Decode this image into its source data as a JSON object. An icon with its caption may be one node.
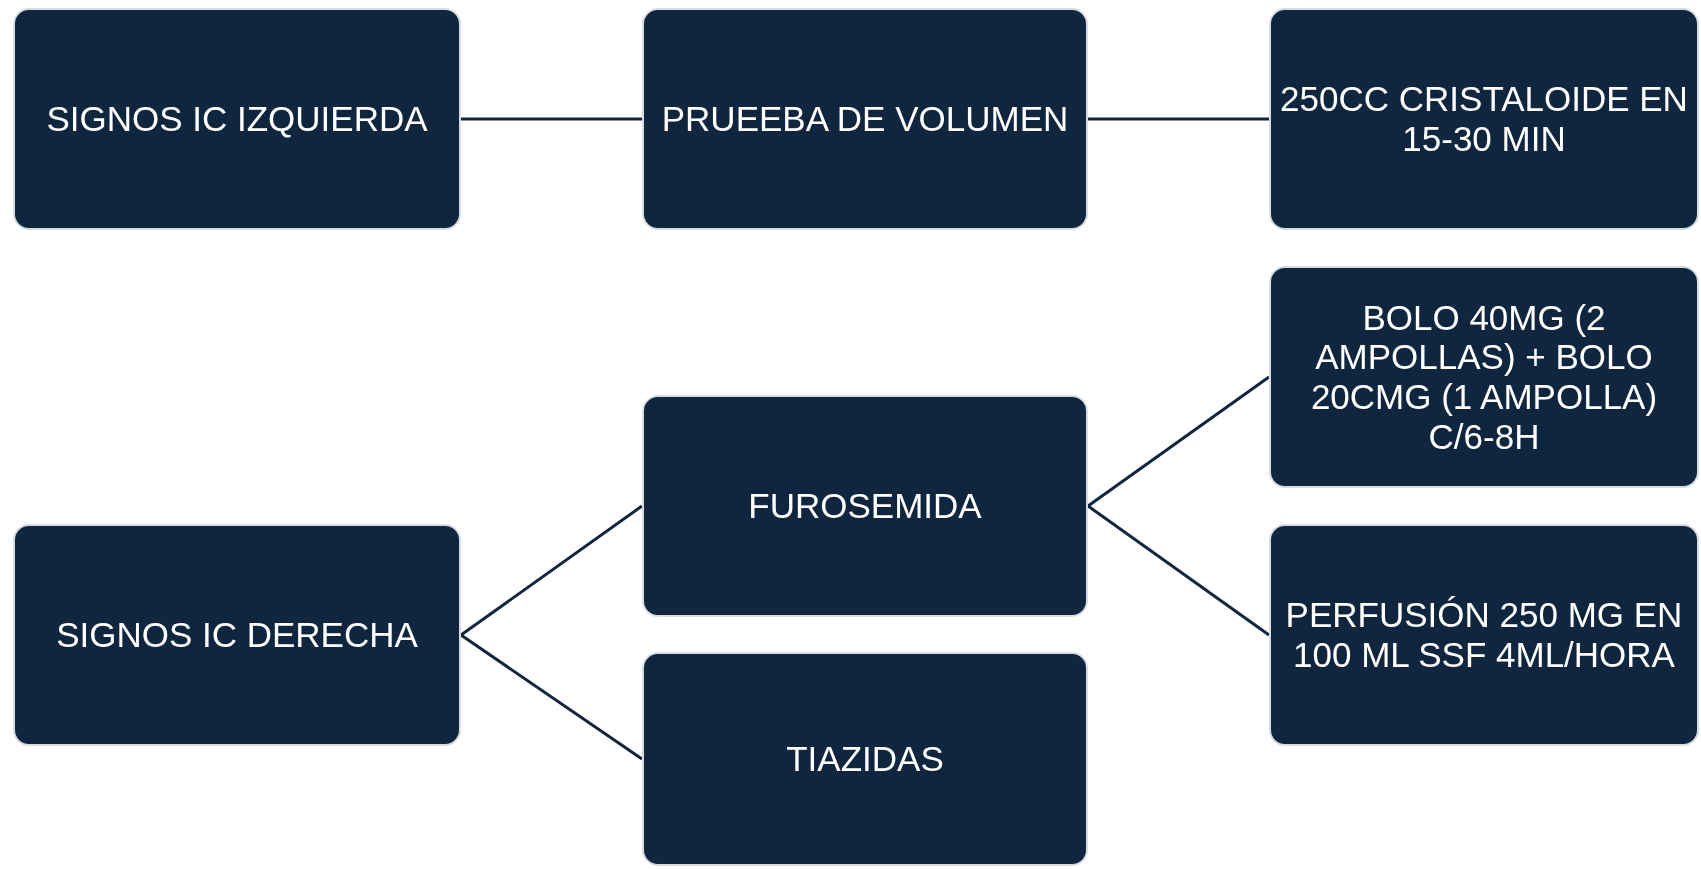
{
  "diagram": {
    "nodes": [
      {
        "text": [
          "SIGNOS IC IZQUIERDA"
        ]
      },
      {
        "text": [
          "PRUEEBA DE VOLUMEN"
        ]
      },
      {
        "text": [
          "250CC CRISTALOIDE EN 15-30 MIN"
        ]
      },
      {
        "text": [
          "SIGNOS IC DERECHA"
        ]
      },
      {
        "text": [
          "FUROSEMIDA"
        ]
      },
      {
        "text": [
          "TIAZIDAS"
        ]
      },
      {
        "text": [
          "BOLO 40MG (2 AMPOLLAS) + BOLO 20CMG (1 AMPOLLA) C/6-8H"
        ]
      },
      {
        "text": [
          "PERFUSIÓN 250 MG EN 100 ML SSF 4ML/HORA"
        ]
      }
    ],
    "edges": [
      {
        "from": 0,
        "to": 1,
        "arrow": "none"
      },
      {
        "from": 1,
        "to": 2,
        "arrow": "none"
      },
      {
        "from": 3,
        "to": 4,
        "arrow": "none"
      },
      {
        "from": 3,
        "to": 5,
        "arrow": "none"
      },
      {
        "from": 4,
        "to": 6,
        "arrow": "none"
      },
      {
        "from": 4,
        "to": 7,
        "arrow": "none"
      }
    ]
  }
}
